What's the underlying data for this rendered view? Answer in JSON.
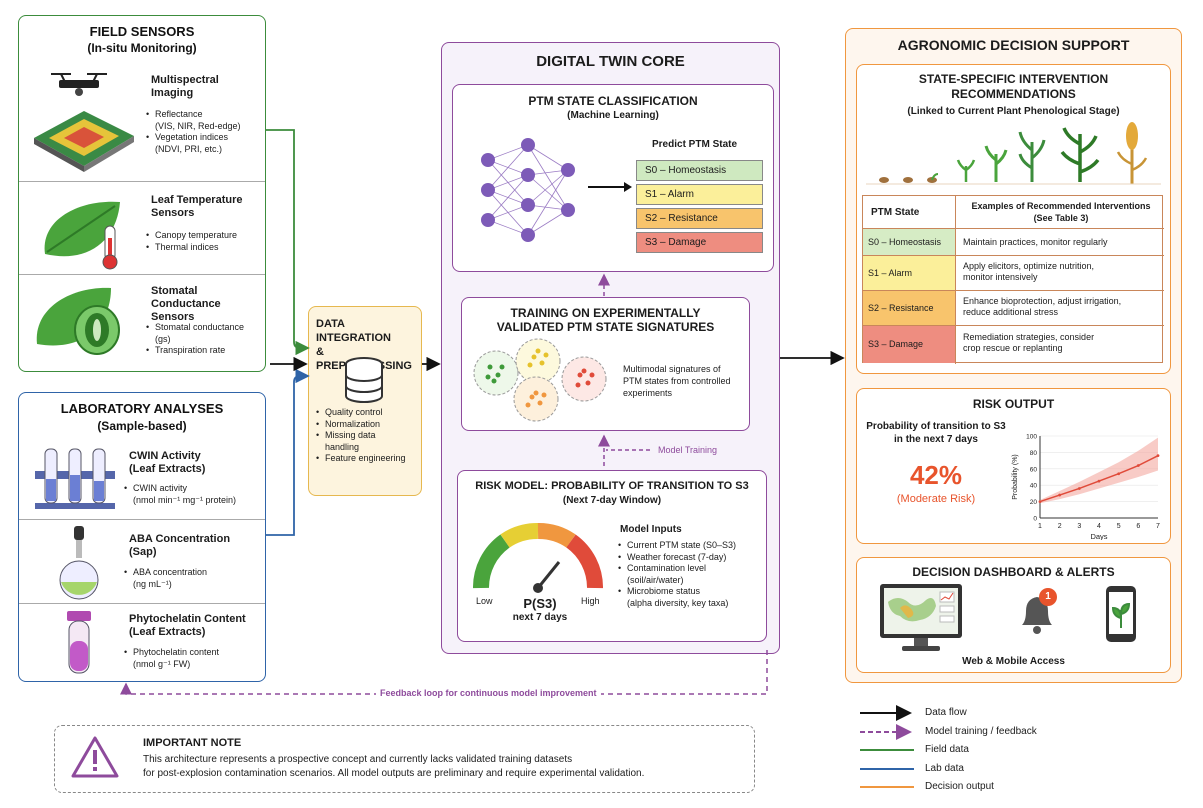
{
  "field_sensors": {
    "title": "FIELD SENSORS",
    "subtitle": "(In-situ Monitoring)",
    "items": [
      {
        "heading": "Multispectral\nImaging",
        "bullets": [
          "Reflectance\n(VIS, NIR, Red-edge)",
          "Vegetation indices\n(NDVI, PRI, etc.)"
        ]
      },
      {
        "heading": "Leaf Temperature\nSensors",
        "bullets": [
          "Canopy temperature",
          "Thermal indices"
        ]
      },
      {
        "heading": "Stomatal Conductance\nSensors",
        "bullets": [
          "Stomatal conductance\n(gs)",
          "Transpiration rate"
        ]
      }
    ]
  },
  "lab_analyses": {
    "title": "LABORATORY ANALYSES",
    "subtitle": "(Sample-based)",
    "items": [
      {
        "heading": "CWIN Activity\n(Leaf Extracts)",
        "bullets": [
          "CWIN activity\n(nmol min⁻¹ mg⁻¹ protein)"
        ]
      },
      {
        "heading": "ABA Concentration\n(Sap)",
        "bullets": [
          "ABA concentration\n(ng mL⁻¹)"
        ]
      },
      {
        "heading": "Phytochelatin Content\n(Leaf Extracts)",
        "bullets": [
          "Phytochelatin content\n(nmol g⁻¹ FW)"
        ]
      }
    ]
  },
  "integration": {
    "title": "DATA INTEGRATION\n& PREPROCESSING",
    "bullets": [
      "Quality control",
      "Normalization",
      "Missing data\nhandling",
      "Feature engineering"
    ]
  },
  "core": {
    "title": "DIGITAL TWIN CORE",
    "classification": {
      "title": "PTM STATE CLASSIFICATION",
      "subtitle": "(Machine Learning)",
      "predict_label": "Predict PTM State",
      "states": [
        {
          "label": "S0 – Homeostasis",
          "color": "#cfe9c0"
        },
        {
          "label": "S1 – Alarm",
          "color": "#fbef9a"
        },
        {
          "label": "S2 – Resistance",
          "color": "#f8c46c"
        },
        {
          "label": "S3 – Damage",
          "color": "#ee8d80"
        }
      ]
    },
    "training": {
      "title": "TRAINING ON EXPERIMENTALLY\nVALIDATED PTM STATE SIGNATURES",
      "text": "Multimodal signatures of\nPTM states from controlled\nexperiments"
    },
    "model_training_label": "Model Training",
    "risk": {
      "title": "RISK MODEL: PROBABILITY OF TRANSITION TO S3",
      "subtitle": "(Next 7-day Window)",
      "gauge_low": "Low",
      "gauge_high": "High",
      "gauge_label": "P(S3)",
      "gauge_sublabel": "next 7 days",
      "inputs_title": "Model Inputs",
      "inputs": [
        "Current PTM state (S0–S3)",
        "Weather forecast (7-day)",
        "Contamination level\n(soil/air/water)",
        "Microbiome status\n(alpha diversity, key taxa)"
      ]
    }
  },
  "feedback_label": "Feedback loop for continuous model improvement",
  "decision": {
    "title": "AGRONOMIC DECISION SUPPORT",
    "recommendations": {
      "title": "STATE-SPECIFIC INTERVENTION\nRECOMMENDATIONS",
      "subtitle": "(Linked to Current Plant Phenological Stage)",
      "col1": "PTM State",
      "col2": "Examples of Recommended Interventions\n(See Table 3)",
      "rows": [
        {
          "state": "S0 – Homeostasis",
          "text": "Maintain practices, monitor regularly",
          "color": "#d6ecc5"
        },
        {
          "state": "S1 – Alarm",
          "text": "Apply elicitors, optimize nutrition,\nmonitor intensively",
          "color": "#fbef9a"
        },
        {
          "state": "S2 – Resistance",
          "text": "Enhance bioprotection, adjust irrigation,\nreduce additional stress",
          "color": "#f8c46c"
        },
        {
          "state": "S3 – Damage",
          "text": "Remediation strategies, consider\ncrop rescue or replanting",
          "color": "#ee8d80"
        }
      ]
    },
    "risk_output": {
      "title": "RISK OUTPUT",
      "prob_text": "Probability of transition to S3\nin the next 7 days",
      "value": "42%",
      "risk_label": "(Moderate Risk)"
    },
    "dashboard": {
      "title": "DECISION DASHBOARD & ALERTS",
      "access": "Web & Mobile Access",
      "badge": "1"
    }
  },
  "chart_data": {
    "type": "line",
    "xlabel": "Days",
    "ylabel": "Probability (%)",
    "x": [
      1,
      2,
      3,
      4,
      5,
      6,
      7
    ],
    "xticks": [
      "1",
      "2",
      "3",
      "4",
      "5",
      "6",
      "7"
    ],
    "ylim": [
      0,
      100
    ],
    "yticks": [
      "0",
      "20",
      "40",
      "60",
      "80",
      "100"
    ],
    "series": [
      {
        "values": [
          20,
          28,
          36,
          45,
          54,
          64,
          76
        ],
        "lower": [
          18,
          23,
          29,
          36,
          43,
          50,
          58
        ],
        "upper": [
          22,
          33,
          44,
          56,
          68,
          82,
          98
        ]
      }
    ]
  },
  "legend": [
    {
      "label": "Data flow",
      "color": "#111111",
      "style": "solid"
    },
    {
      "label": "Model training / feedback",
      "color": "#8e4b9c",
      "style": "dashed"
    },
    {
      "label": "Field data",
      "color": "#3c8c3c",
      "style": "solid"
    },
    {
      "label": "Lab data",
      "color": "#2f64a8",
      "style": "solid"
    },
    {
      "label": "Decision output",
      "color": "#f0973f",
      "style": "solid"
    }
  ],
  "note": {
    "title": "IMPORTANT NOTE",
    "text": "This architecture represents a prospective concept and currently lacks validated training datasets\nfor post-explosion contamination scenarios. All model outputs are preliminary and require experimental validation."
  },
  "colors": {
    "field": "#3c8c3c",
    "lab": "#2f64a8",
    "integration": "#e6b84f",
    "core": "#8e4b9c",
    "decision": "#f0973f",
    "risk_value": "#e8542c"
  }
}
